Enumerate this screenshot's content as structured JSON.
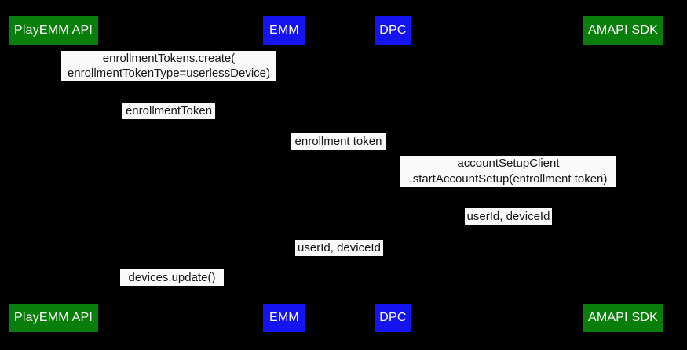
{
  "diagram": {
    "type": "sequence-diagram",
    "background_color": "#000000",
    "colors": {
      "actor_green": "#0a7e0a",
      "actor_blue": "#1414f0",
      "actor_text": "#ffffff",
      "label_background": "#fafafa",
      "label_text": "#161616"
    },
    "actors": [
      {
        "label": "PlayEMM API",
        "color": "#0a7e0a"
      },
      {
        "label": "EMM",
        "color": "#1414f0"
      },
      {
        "label": "DPC",
        "color": "#1414f0"
      },
      {
        "label": "AMAPI SDK",
        "color": "#0a7e0a"
      }
    ],
    "messages": [
      {
        "lines": [
          "enrollmentTokens.create(",
          "enrollmentTokenType=userlessDevice)"
        ]
      },
      {
        "lines": [
          "enrollmentToken"
        ]
      },
      {
        "lines": [
          "enrollment token"
        ]
      },
      {
        "lines": [
          "accountSetupClient",
          ".startAccountSetup(entrollment token)"
        ]
      },
      {
        "lines": [
          "userId, deviceId"
        ]
      },
      {
        "lines": [
          "userId, deviceId"
        ]
      },
      {
        "lines": [
          "devices.update()"
        ]
      }
    ]
  }
}
